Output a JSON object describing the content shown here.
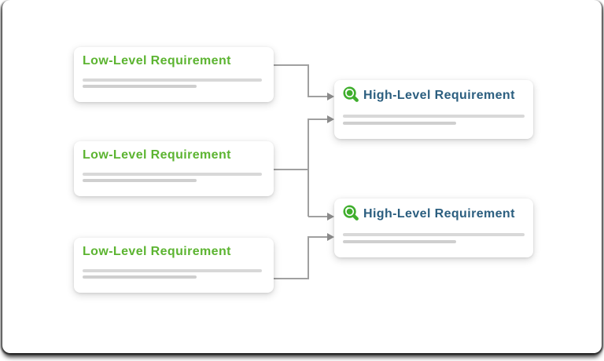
{
  "diagram": {
    "description": "Requirements traceability diagram: three low-level requirements link to two high-level requirements",
    "nodes": [
      {
        "id": "low-1",
        "type": "low-level",
        "label": "Low-Level Requirement"
      },
      {
        "id": "low-2",
        "type": "low-level",
        "label": "Low-Level Requirement"
      },
      {
        "id": "low-3",
        "type": "low-level",
        "label": "Low-Level Requirement"
      },
      {
        "id": "high-1",
        "type": "high-level",
        "label": "High-Level Requirement",
        "icon": "magnifier-icon"
      },
      {
        "id": "high-2",
        "type": "high-level",
        "label": "High-Level Requirement",
        "icon": "magnifier-icon"
      }
    ],
    "edges": [
      {
        "from": "low-1",
        "to": "high-1"
      },
      {
        "from": "low-2",
        "to": "high-1"
      },
      {
        "from": "low-2",
        "to": "high-2"
      },
      {
        "from": "low-3",
        "to": "high-2"
      }
    ],
    "colors": {
      "low_level_label": "#5cb431",
      "high_level_label": "#2b5e7f",
      "magnifier_icon_green": "#3fae2d",
      "placeholder_line_light": "#d8d8d8",
      "placeholder_line_dark": "#cfcfcf",
      "connector_line": "#a0a0a0",
      "arrowhead": "#8c8c8c",
      "card_background": "#ffffff"
    }
  }
}
